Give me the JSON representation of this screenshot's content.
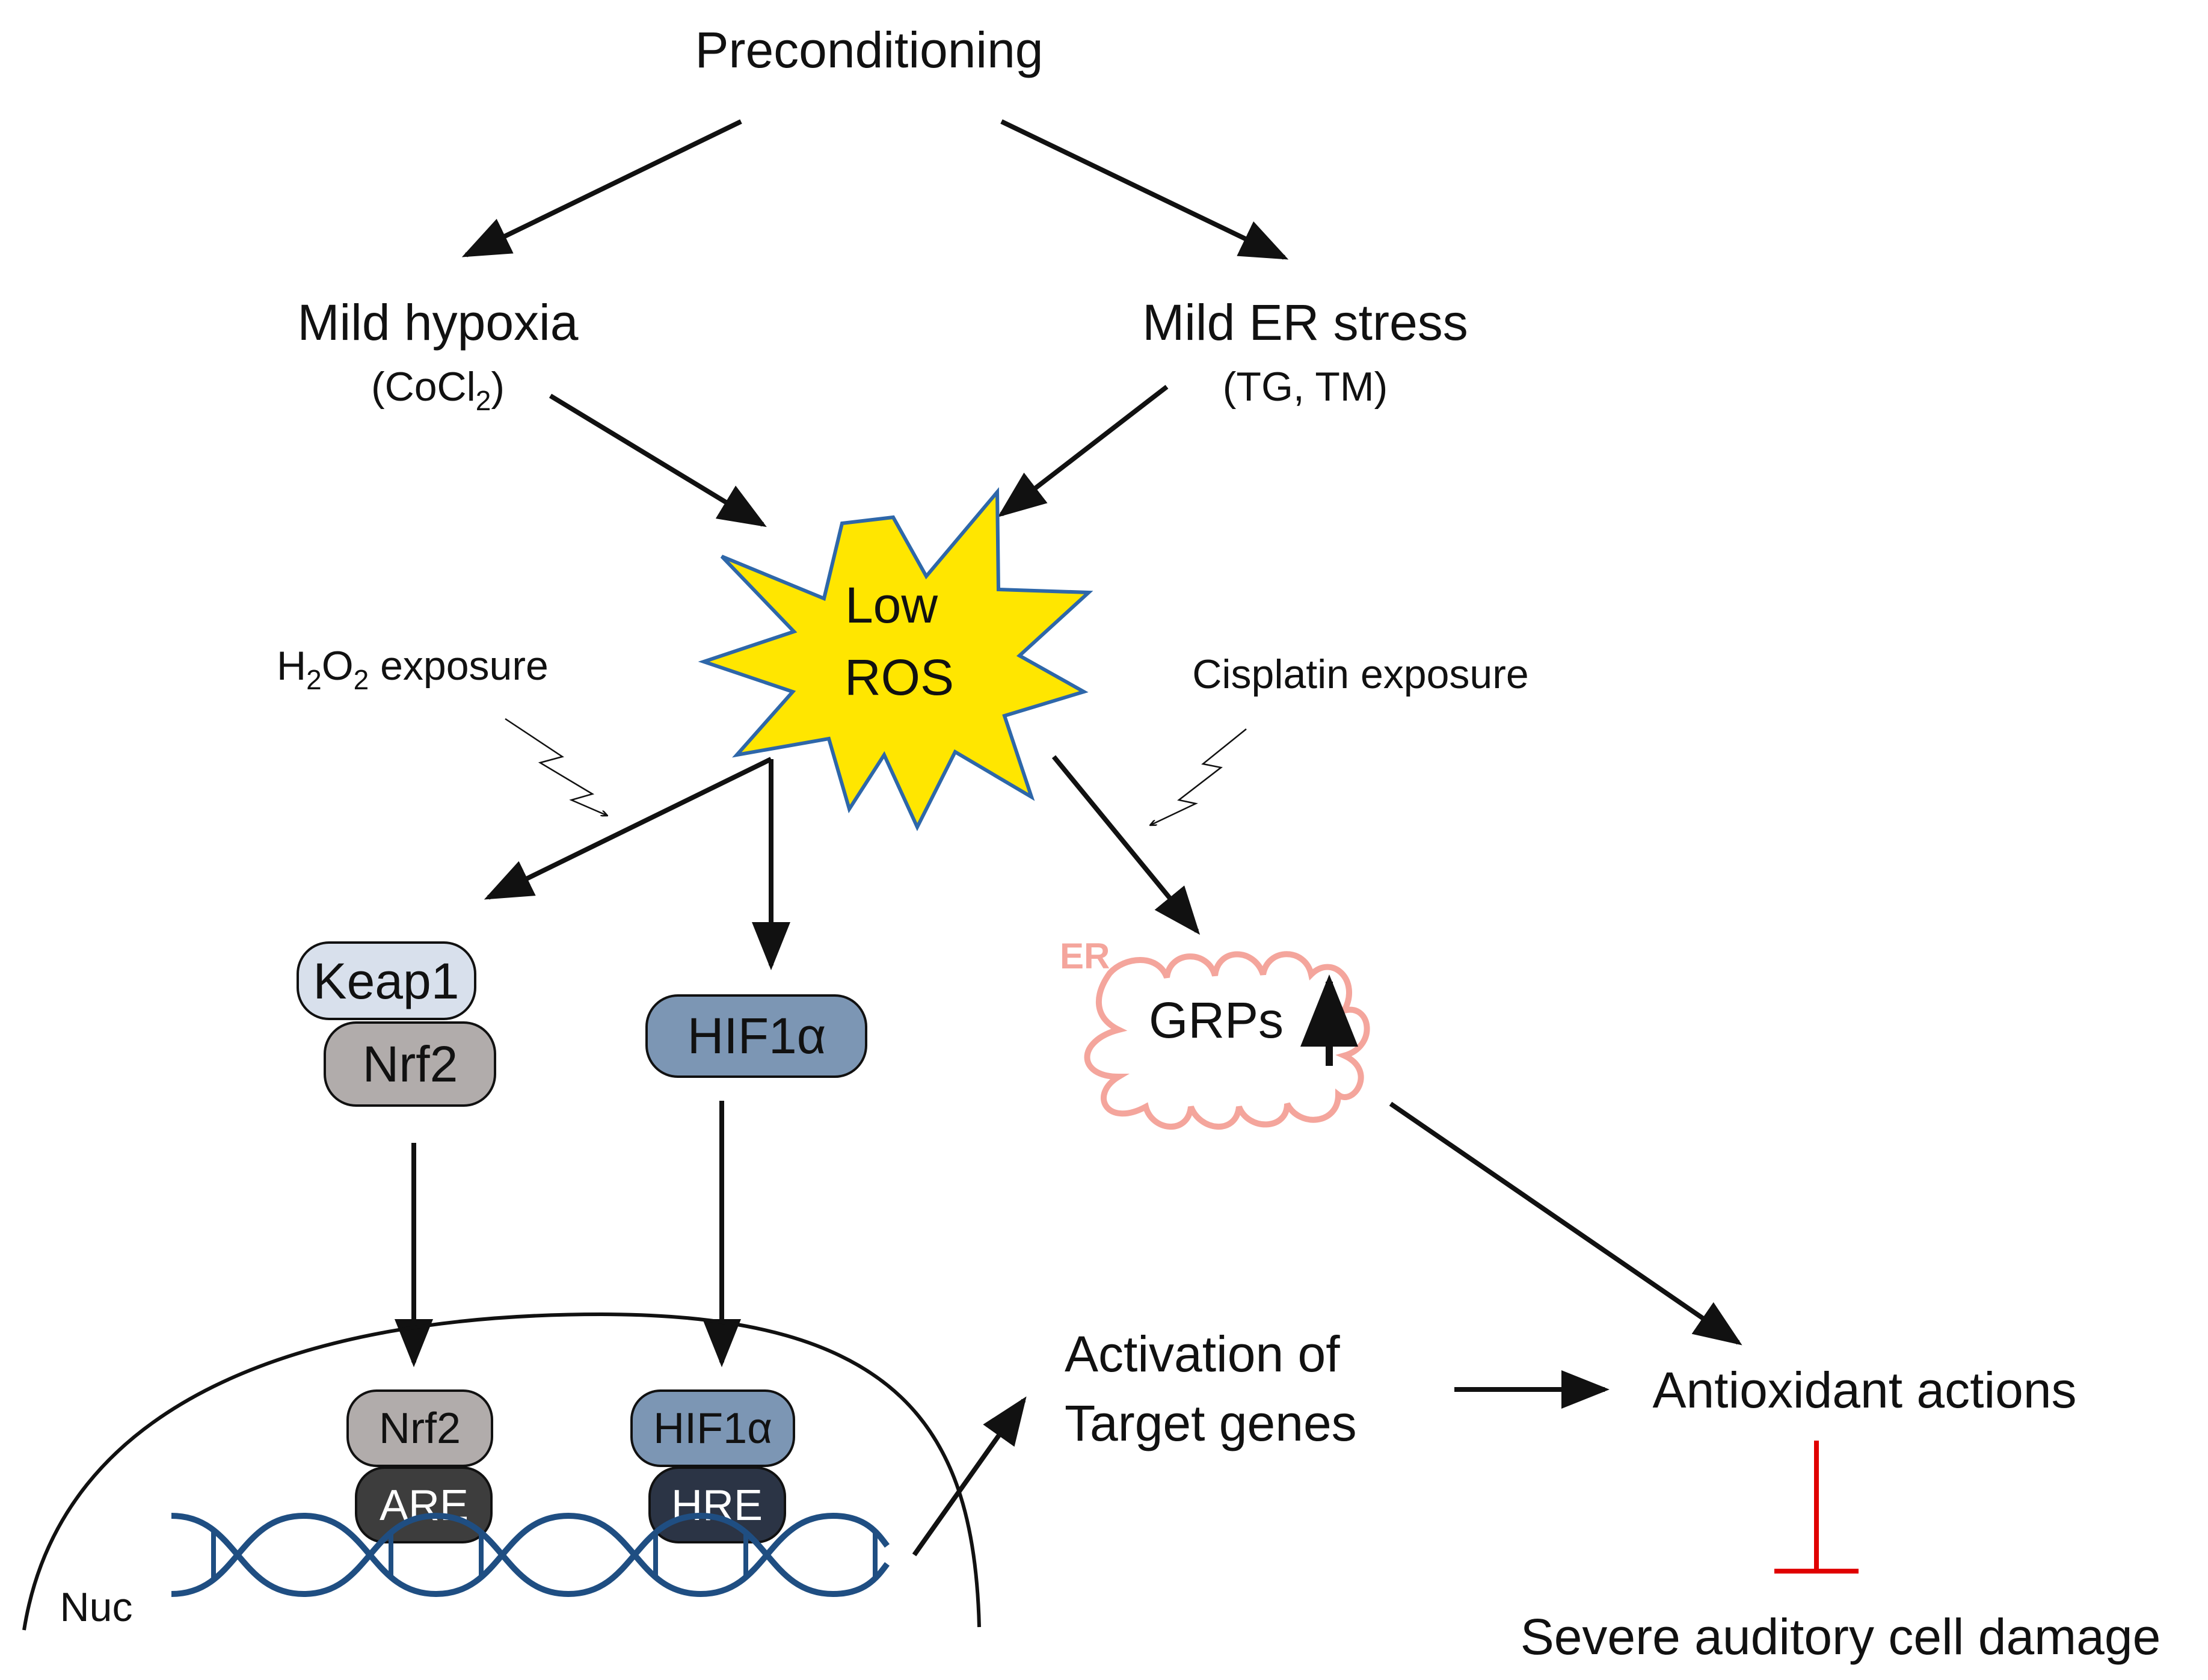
{
  "top": {
    "label": "Preconditioning"
  },
  "hypoxia": {
    "label": "Mild hypoxia",
    "agent_prefix": "(CoCl",
    "agent_sub": "2",
    "agent_suffix": ")"
  },
  "er_stress": {
    "label": "Mild ER stress",
    "agent": "(TG, TM)"
  },
  "ros": {
    "line1": "Low",
    "line2": "ROS"
  },
  "h2o2": {
    "h": "H",
    "sub1": "2",
    "o": "O",
    "sub2": "2",
    "rest": " exposure"
  },
  "cisplatin": {
    "label": "Cisplatin exposure"
  },
  "keap1": {
    "label": "Keap1"
  },
  "nrf2": {
    "label": "Nrf2"
  },
  "hif1a": {
    "label": "HIF1α"
  },
  "er": {
    "label": "ER",
    "grps": "GRPs"
  },
  "nucleus": {
    "label": "Nuc",
    "nrf2": "Nrf2",
    "are": "ARE",
    "hif1a": "HIF1α",
    "hre": "HRE"
  },
  "activation": {
    "line1": "Activation of",
    "line2": "Target genes"
  },
  "antioxidant": {
    "label": "Antioxidant actions"
  },
  "damage": {
    "label": "Severe auditory cell damage"
  },
  "colors": {
    "starburst_fill": "#ffe600",
    "starburst_stroke": "#2e67a9",
    "keap1_fill": "#d8e0ec",
    "nrf2_fill": "#b1acab",
    "hif1a_fill": "#7c96b4",
    "dark_box_fill": "#3d3d3d",
    "hre_fill": "#2b3445",
    "er_stroke": "#f4a59c",
    "dna": "#1f4e82",
    "inhibit": "#e00000"
  }
}
